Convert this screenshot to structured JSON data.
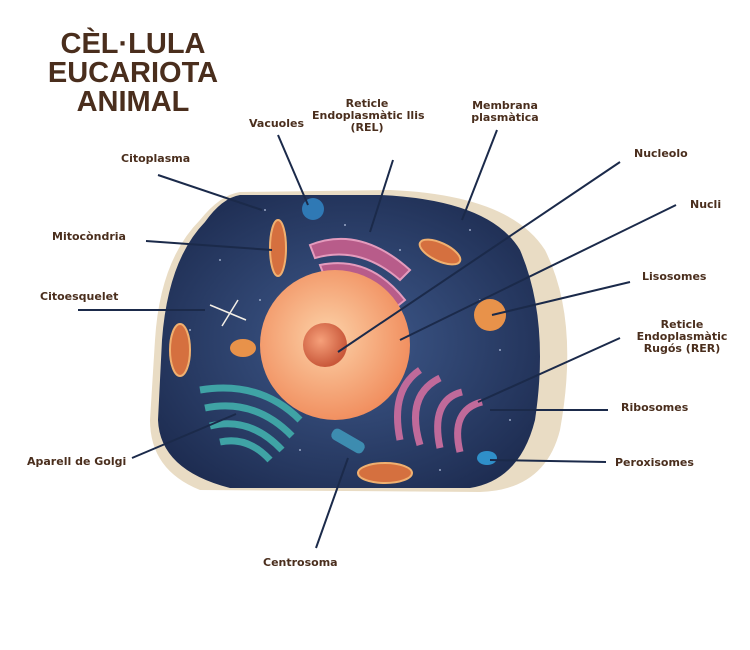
{
  "title": {
    "line1": "CÈL·LULA",
    "line2": "EUCARIOTA",
    "line3": "ANIMAL"
  },
  "labels": {
    "citoplasma": "Citoplasma",
    "vacuoles": "Vacuoles",
    "rel": [
      "Reticle",
      "Endoplasmàtic llis",
      "(REL)"
    ],
    "membrana": [
      "Membrana",
      "plasmàtica"
    ],
    "nucleolo": "Nucleolo",
    "nucli": "Nucli",
    "lisosomes": "Lisosomes",
    "rer": [
      "Reticle",
      "Endoplasmàtic",
      "Rugós (RER)"
    ],
    "ribosomes": "Ribosomes",
    "peroxisomes": "Peroxisomes",
    "centrosoma": "Centrosoma",
    "golgi": "Aparell de Golgi",
    "citoesquelet": "Citoesquelet",
    "mitocondria": "Mitocòndria"
  },
  "colors": {
    "text": "#4a2e1d",
    "line": "#1b2a4a",
    "cytoplasm": "#2b3d66",
    "membrane": "#e9dcc4",
    "nucleus": "#f4a77a"
  }
}
